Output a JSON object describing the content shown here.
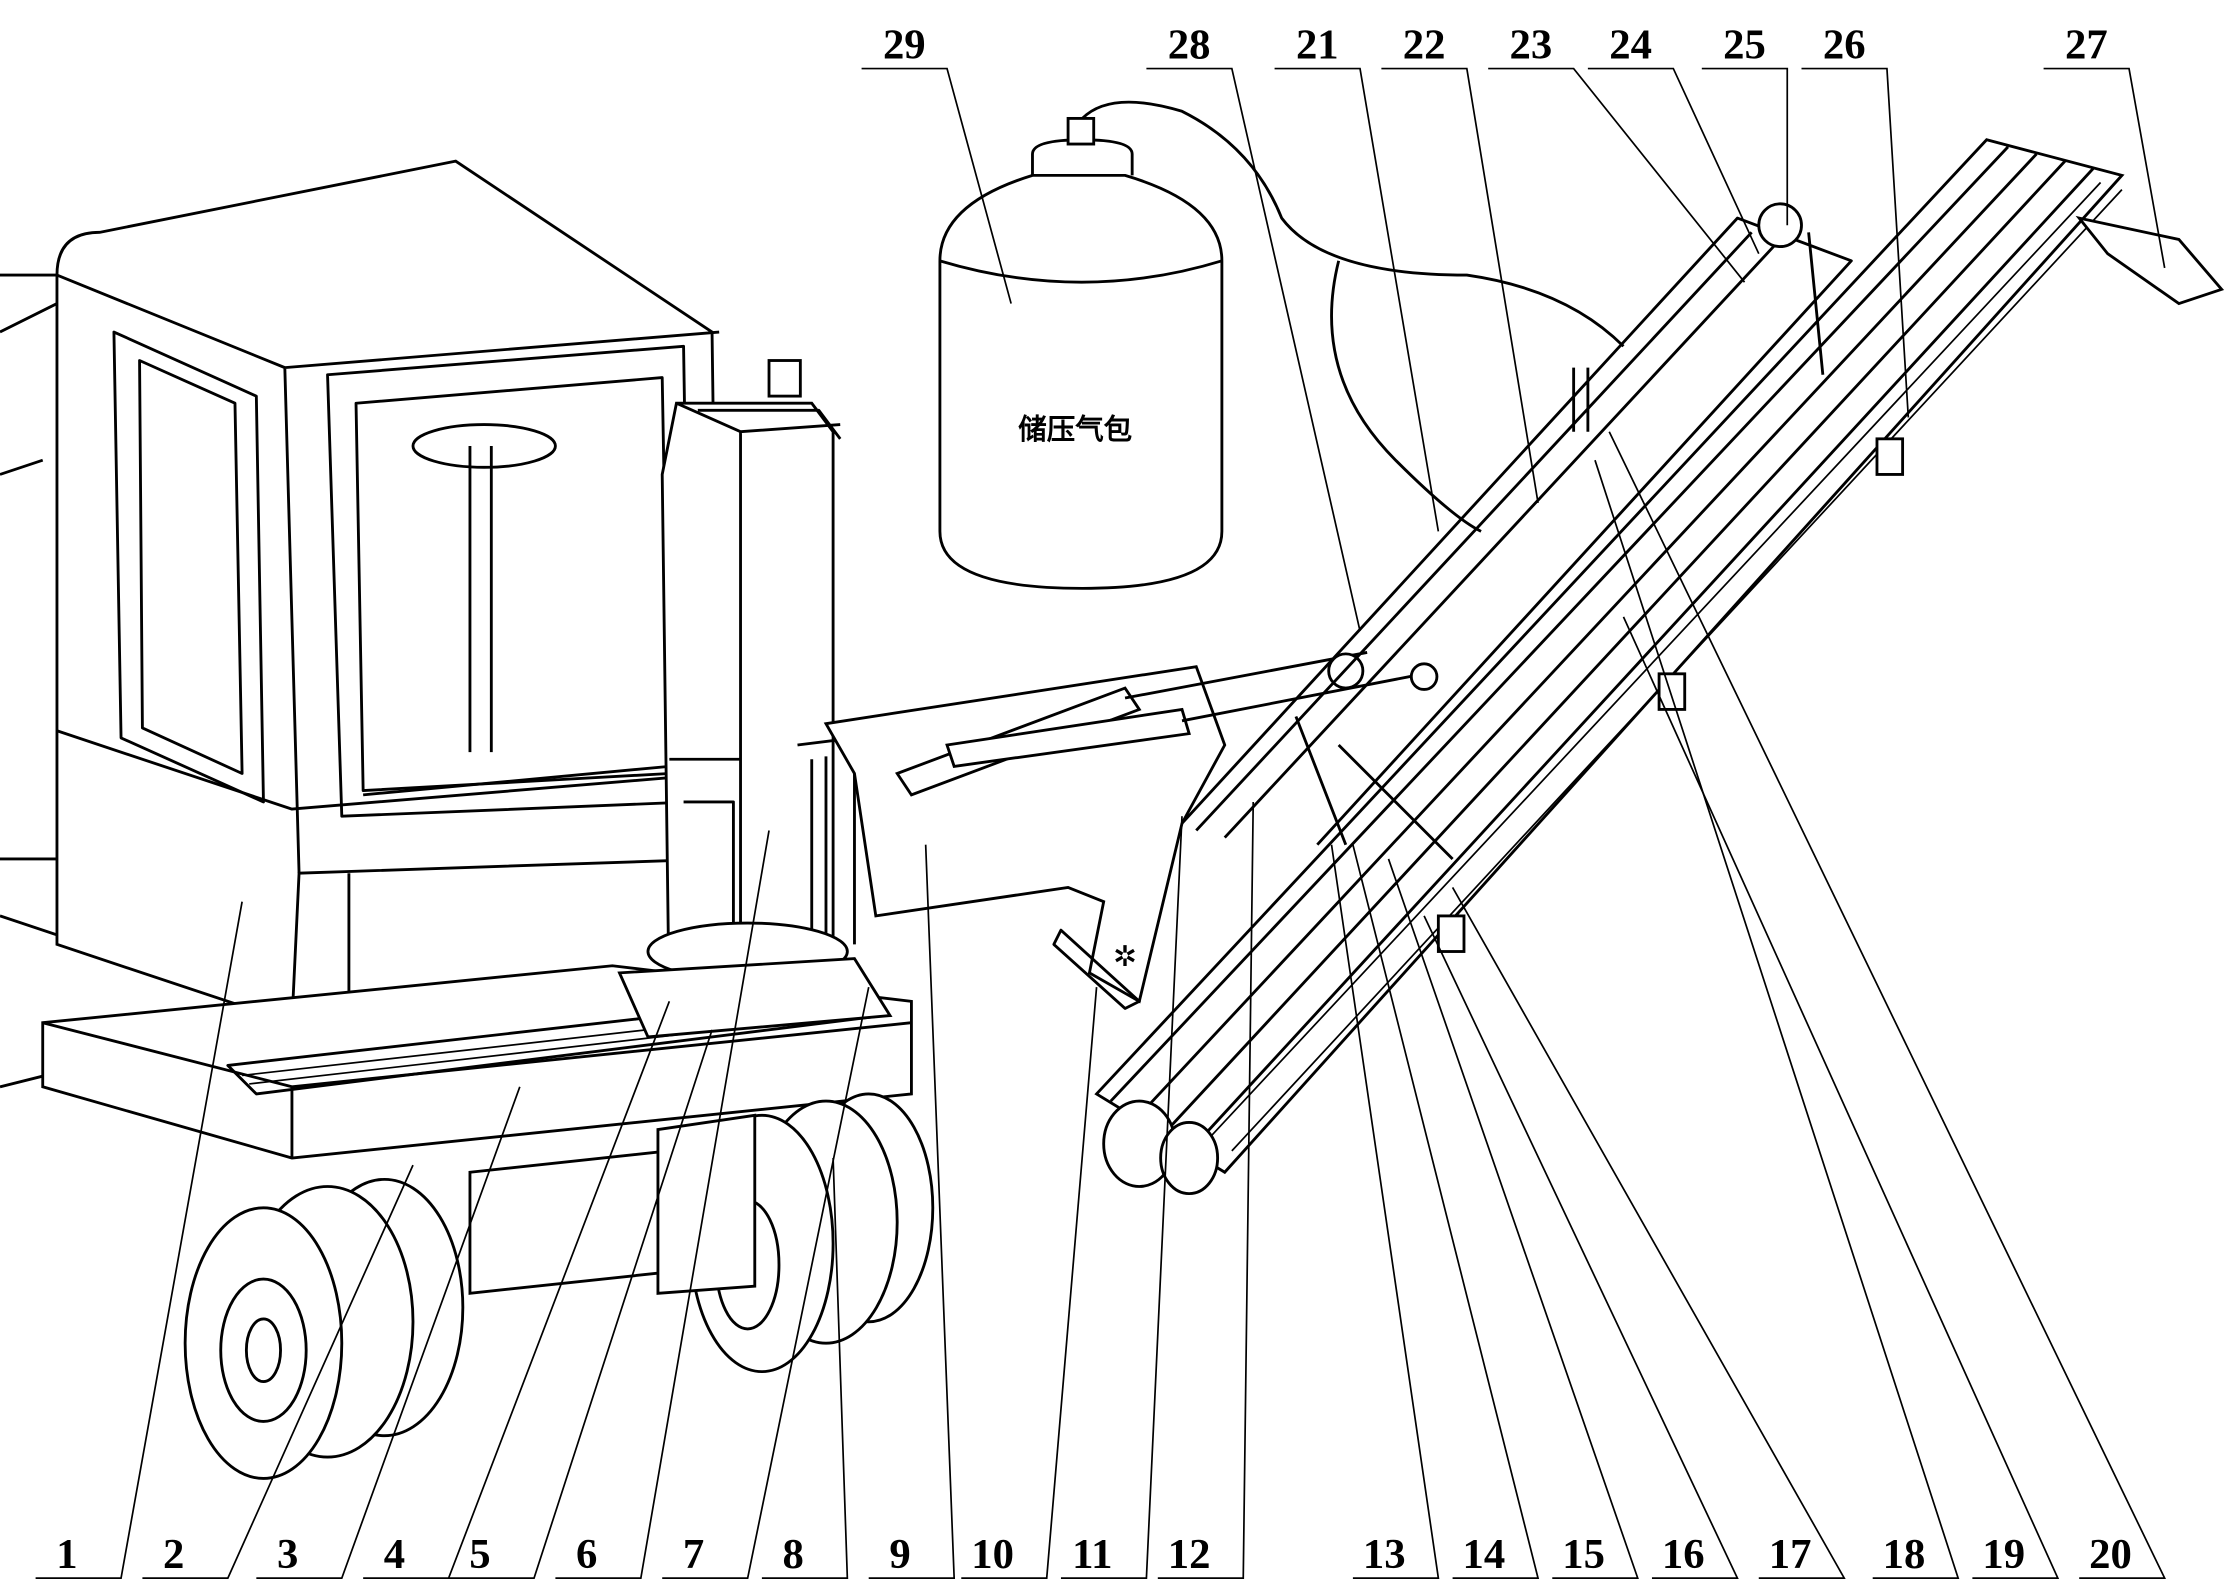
{
  "figure": {
    "tank_label": "储压气包",
    "bottom_labels": [
      "1",
      "2",
      "3",
      "4",
      "5",
      "6",
      "7",
      "8",
      "9",
      "10",
      "11",
      "12",
      "13",
      "14",
      "15",
      "16",
      "17",
      "18",
      "19",
      "20"
    ],
    "top_labels": [
      "29",
      "28",
      "21",
      "22",
      "23",
      "24",
      "25",
      "26",
      "27"
    ]
  }
}
